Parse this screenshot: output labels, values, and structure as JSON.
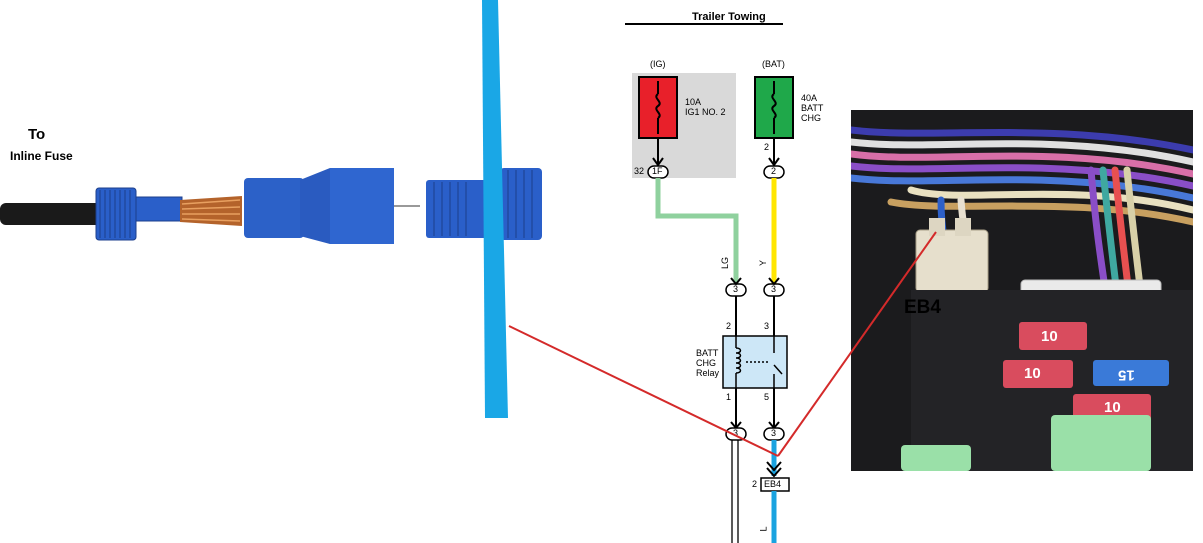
{
  "inline_fuse": {
    "to_label": "To",
    "target_label": "Inline Fuse"
  },
  "diagram": {
    "title": "Trailer Towing",
    "fuse_ig": {
      "source": "(IG)",
      "rating": "10A",
      "name": "IG1 NO. 2",
      "pin_left": "32",
      "connector": "1F"
    },
    "fuse_bat": {
      "source": "(BAT)",
      "rating": "40A",
      "name_line1": "BATT",
      "name_line2": "CHG",
      "pin": "2",
      "connector": "2"
    },
    "wire_left_color": "LG",
    "wire_right_color": "Y",
    "conn_top_left": "3",
    "conn_top_right": "3",
    "relay": {
      "name_line1": "BATT",
      "name_line2": "CHG",
      "name_line3": "Relay",
      "pin_top_left": "2",
      "pin_top_right": "3",
      "pin_bot_left": "1",
      "pin_bot_right": "5"
    },
    "conn_bot_left": "3",
    "conn_bot_right": "3",
    "eb4_pin": "2",
    "eb4_connector": "EB4",
    "wire_bottom_color": "L"
  },
  "photo": {
    "eb4_label": "EB4",
    "fuse_labels": [
      "10",
      "10",
      "15",
      "10"
    ]
  },
  "colors": {
    "fuse_ig": "#e8202a",
    "fuse_bat": "#1fa84a",
    "wire_lg": "#8fd19e",
    "wire_y": "#ffe600",
    "wire_l": "#1aa3e0",
    "relay_fill": "#cde7f7",
    "pointer_line": "#d42a2a",
    "connector_blue": "#2a5fc9"
  }
}
